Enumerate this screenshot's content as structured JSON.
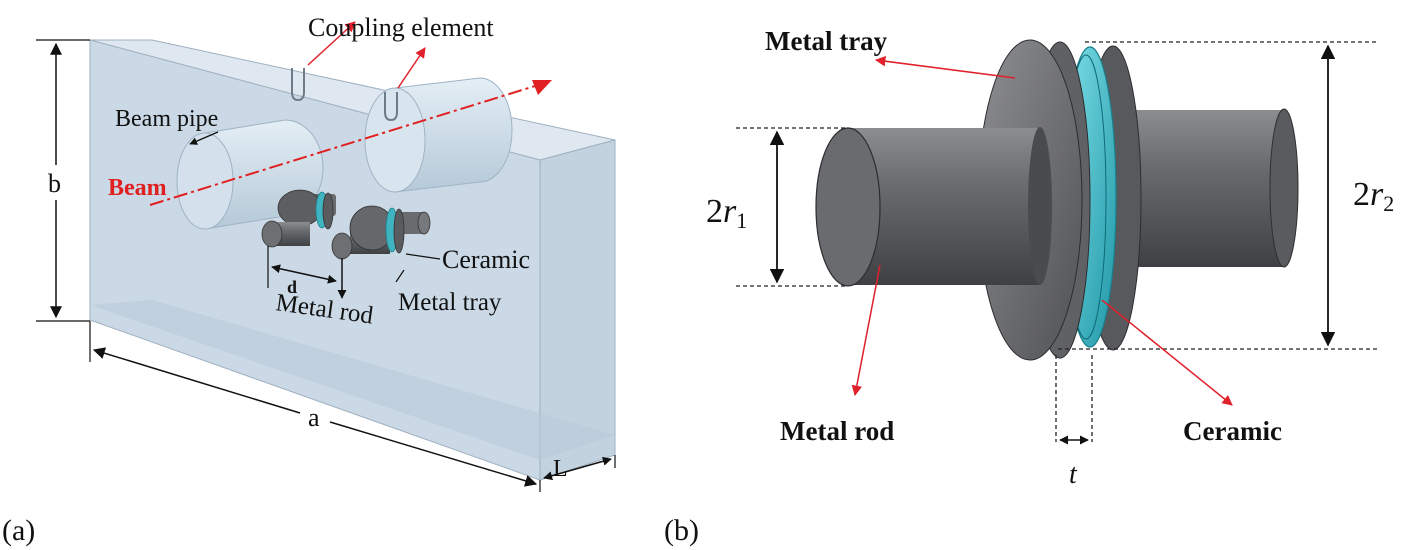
{
  "panel_a": {
    "caption": "(a)",
    "labels": {
      "coupling_element": "Coupling element",
      "beam_pipe": "Beam pipe",
      "beam": "Beam",
      "ceramic": "Ceramic",
      "metal_tray": "Metal tray",
      "metal_rod": "Metal rod",
      "d": "d",
      "a": "a",
      "b": "b",
      "L": "L"
    }
  },
  "panel_b": {
    "caption": "(b)",
    "labels": {
      "metal_tray": "Metal tray",
      "metal_rod": "Metal rod",
      "ceramic": "Ceramic",
      "r1_prefix": "2",
      "r1_var": "r",
      "r1_sub": "1",
      "r2_prefix": "2",
      "r2_var": "r",
      "r2_sub": "2",
      "t": "t"
    }
  },
  "colors": {
    "box_fill": "#cbd9e6",
    "arrow_red": "#e0202a",
    "beam_red": "#e02020",
    "metal": "#5f6063",
    "ceramic": "#39b7c4"
  }
}
